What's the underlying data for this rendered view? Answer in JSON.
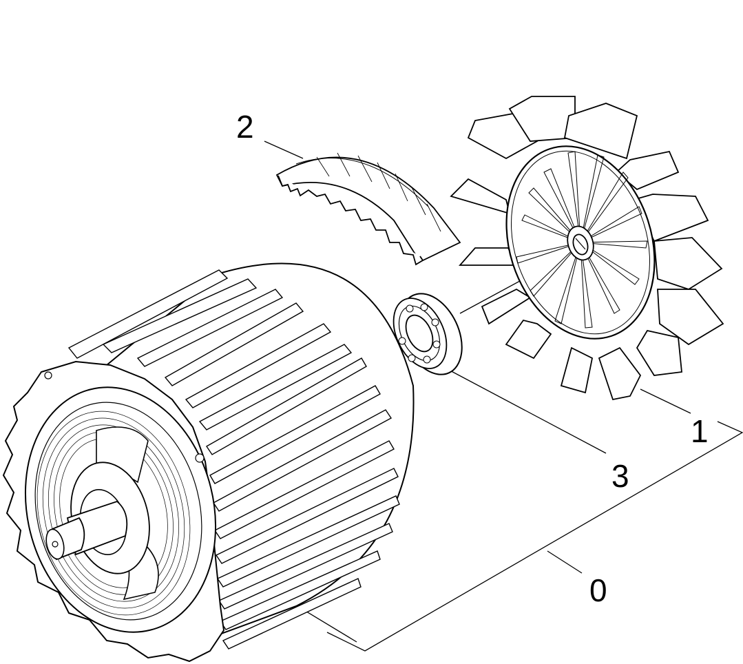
{
  "labels": {
    "motor_assembly": "0",
    "fan": "1",
    "carbon_brush_holder": "2",
    "ball_bearing": "3"
  },
  "colors": {
    "line": "#000000",
    "background": "#ffffff"
  }
}
